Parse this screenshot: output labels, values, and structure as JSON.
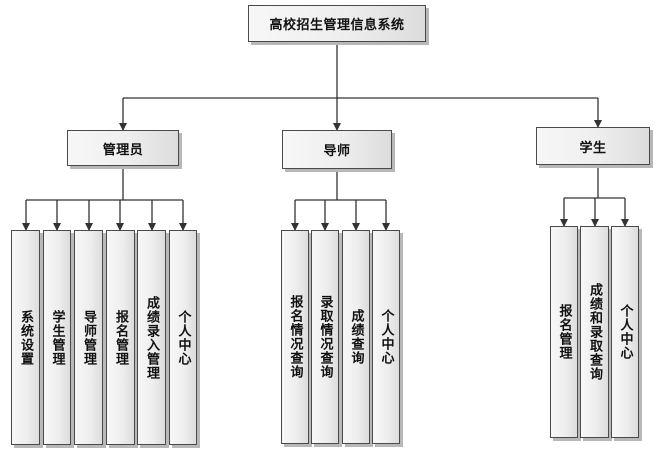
{
  "root": {
    "label": "高校招生管理信息系统"
  },
  "roles": [
    {
      "label": "管理员",
      "modules": [
        "系统设置",
        "学生管理",
        "导师管理",
        "报名管理",
        "成绩录入管理",
        "个人中心"
      ]
    },
    {
      "label": "导师",
      "modules": [
        "报名情况查询",
        "录取情况查询",
        "成绩查询",
        "个人中心"
      ]
    },
    {
      "label": "学生",
      "modules": [
        "报名管理",
        "成绩和录取查询",
        "个人中心"
      ]
    }
  ],
  "colors": {
    "line": "#333333",
    "border": "#4a4a4a",
    "box_fill": "#eeeeee",
    "shadow": "#b8b8b8"
  }
}
